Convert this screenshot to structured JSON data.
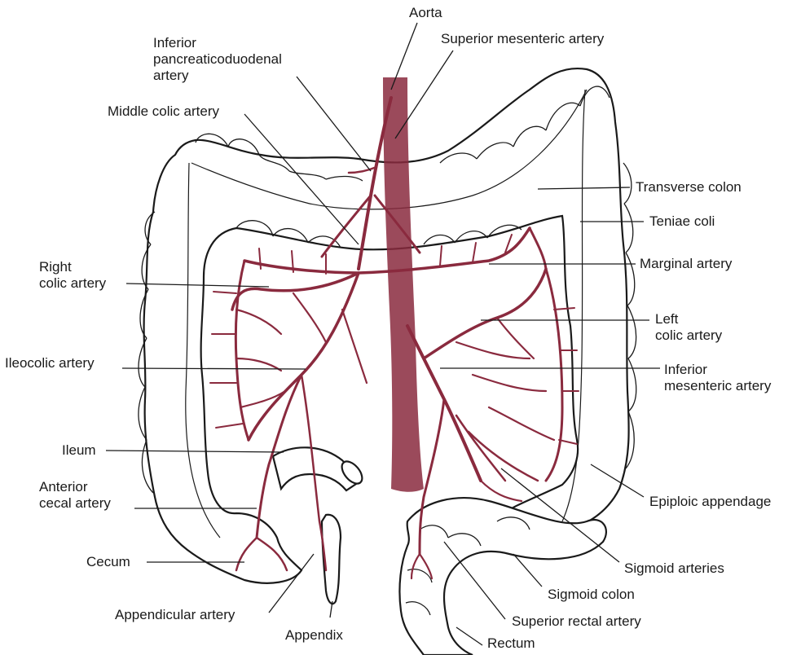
{
  "colors": {
    "artery": "#8a2a3e",
    "outline": "#1a1a1a",
    "background": "#ffffff"
  },
  "labels": {
    "aorta": "Aorta",
    "superior_mesenteric_artery": "Superior mesenteric artery",
    "inferior_pancreaticoduodenal_artery": [
      "Inferior",
      "pancreaticoduodenal",
      "artery"
    ],
    "middle_colic_artery": "Middle colic artery",
    "transverse_colon": "Transverse colon",
    "teniae_coli": "Teniae coli",
    "right_colic_artery": [
      "Right",
      "colic artery"
    ],
    "marginal_artery": "Marginal artery",
    "left_colic_artery": [
      "Left",
      "colic artery"
    ],
    "ileocolic_artery": "Ileocolic artery",
    "inferior_mesenteric_artery": [
      "Inferior",
      "mesenteric artery"
    ],
    "ileum": "Ileum",
    "anterior_cecal_artery": [
      "Anterior",
      "cecal artery"
    ],
    "epiploic_appendage": "Epiploic appendage",
    "cecum": "Cecum",
    "sigmoid_arteries": "Sigmoid arteries",
    "sigmoid_colon": "Sigmoid colon",
    "appendicular_artery": "Appendicular artery",
    "superior_rectal_artery": "Superior rectal artery",
    "appendix": "Appendix",
    "rectum": "Rectum"
  }
}
